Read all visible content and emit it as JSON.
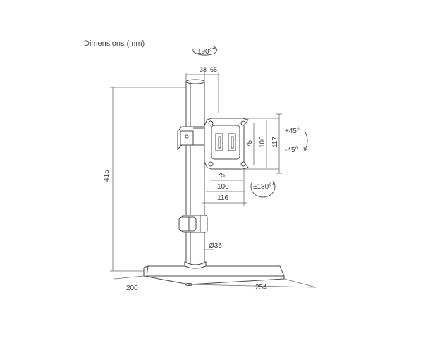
{
  "title": "Dimensions (mm)",
  "annotations": {
    "swivel_angle": "±90°",
    "post_offset_a": "38",
    "post_offset_b": "65",
    "tilt_up": "+45°",
    "tilt_down": "-45°",
    "rotate_angle": "±180°",
    "height": "415",
    "depth": "200",
    "width": "254",
    "pole_diameter": "Ø35",
    "vesa_h_75": "75",
    "vesa_h_100": "100",
    "plate_width": "116",
    "vesa_v_75": "75",
    "vesa_v_100": "100",
    "plate_height": "117"
  },
  "colors": {
    "line": "#4a4a4a",
    "dim": "#6a6a6a",
    "text": "#3a3a3a"
  }
}
